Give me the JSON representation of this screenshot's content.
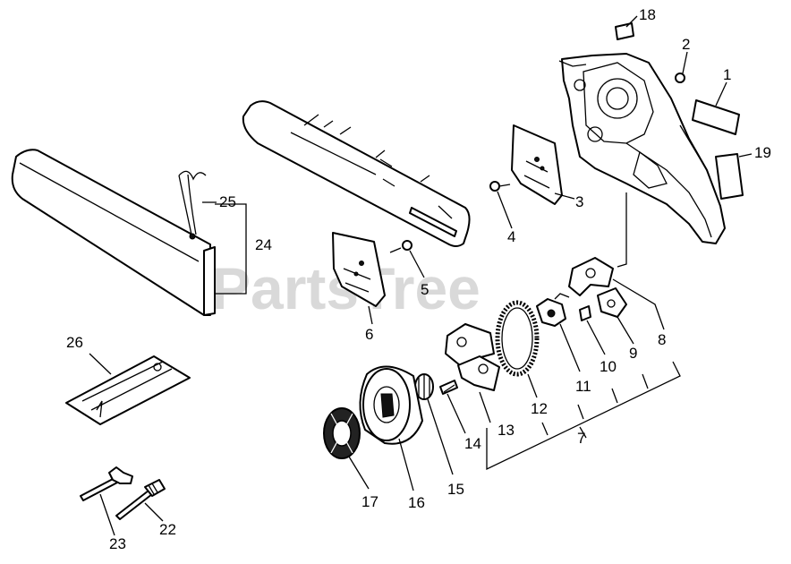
{
  "watermark": "PartsTree",
  "callouts": {
    "c1": "1",
    "c2": "2",
    "c3": "3",
    "c4": "4",
    "c5": "5",
    "c6": "6",
    "c7": "7",
    "c8": "8",
    "c9": "9",
    "c10": "10",
    "c11": "11",
    "c12": "12",
    "c13": "13",
    "c14": "14",
    "c15": "15",
    "c16": "16",
    "c17": "17",
    "c18": "18",
    "c19": "19",
    "c22": "22",
    "c23": "23",
    "c24": "24",
    "c25": "25",
    "c26": "26"
  }
}
